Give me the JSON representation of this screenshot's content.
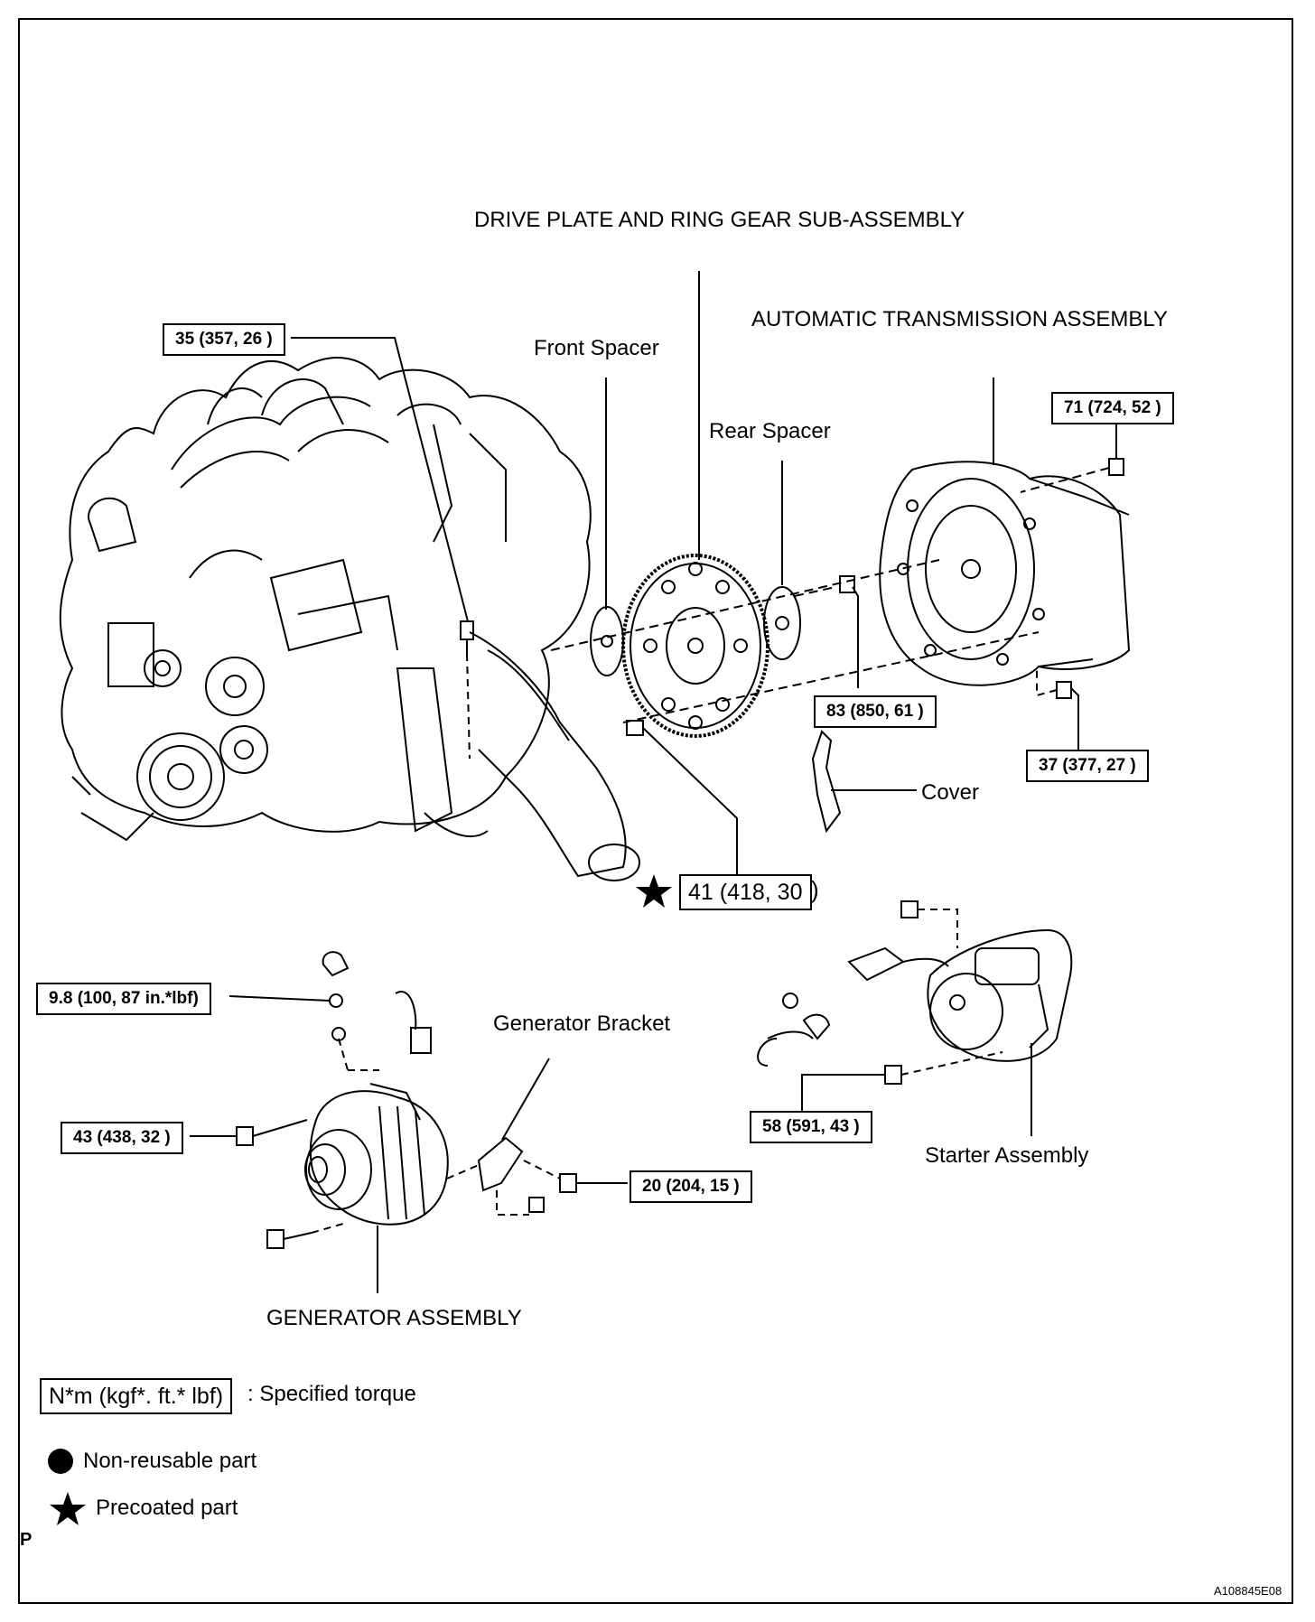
{
  "labels": {
    "drive_plate": "DRIVE PLATE AND RING GEAR SUB-ASSEMBLY",
    "auto_trans": "AUTOMATIC TRANSMISSION ASSEMBLY",
    "front_spacer": "Front Spacer",
    "rear_spacer": "Rear Spacer",
    "cover": "Cover",
    "generator_bracket": "Generator Bracket",
    "starter_assembly": "Starter Assembly",
    "generator_assembly": "GENERATOR ASSEMBLY"
  },
  "torques": {
    "t35": "35 (357, 26 )",
    "t71": "71 (724, 52 )",
    "t83": "83 (850, 61 )",
    "t37": "37 (377, 27 )",
    "t41": "41 (418, 30",
    "t41_close": ")",
    "t98": "9.8 (100, 87 in.*lbf)",
    "t43": "43 (438, 32 )",
    "t20": "20 (204, 15 )",
    "t58": "58 (591, 43 )"
  },
  "legend": {
    "unit_box": "N*m (kgf*. ft.* lbf)",
    "unit_text": ": Specified torque",
    "non_reusable": "Non-reusable part",
    "precoated": "Precoated part"
  },
  "page_letter": "P",
  "figure_code": "A108845E08"
}
